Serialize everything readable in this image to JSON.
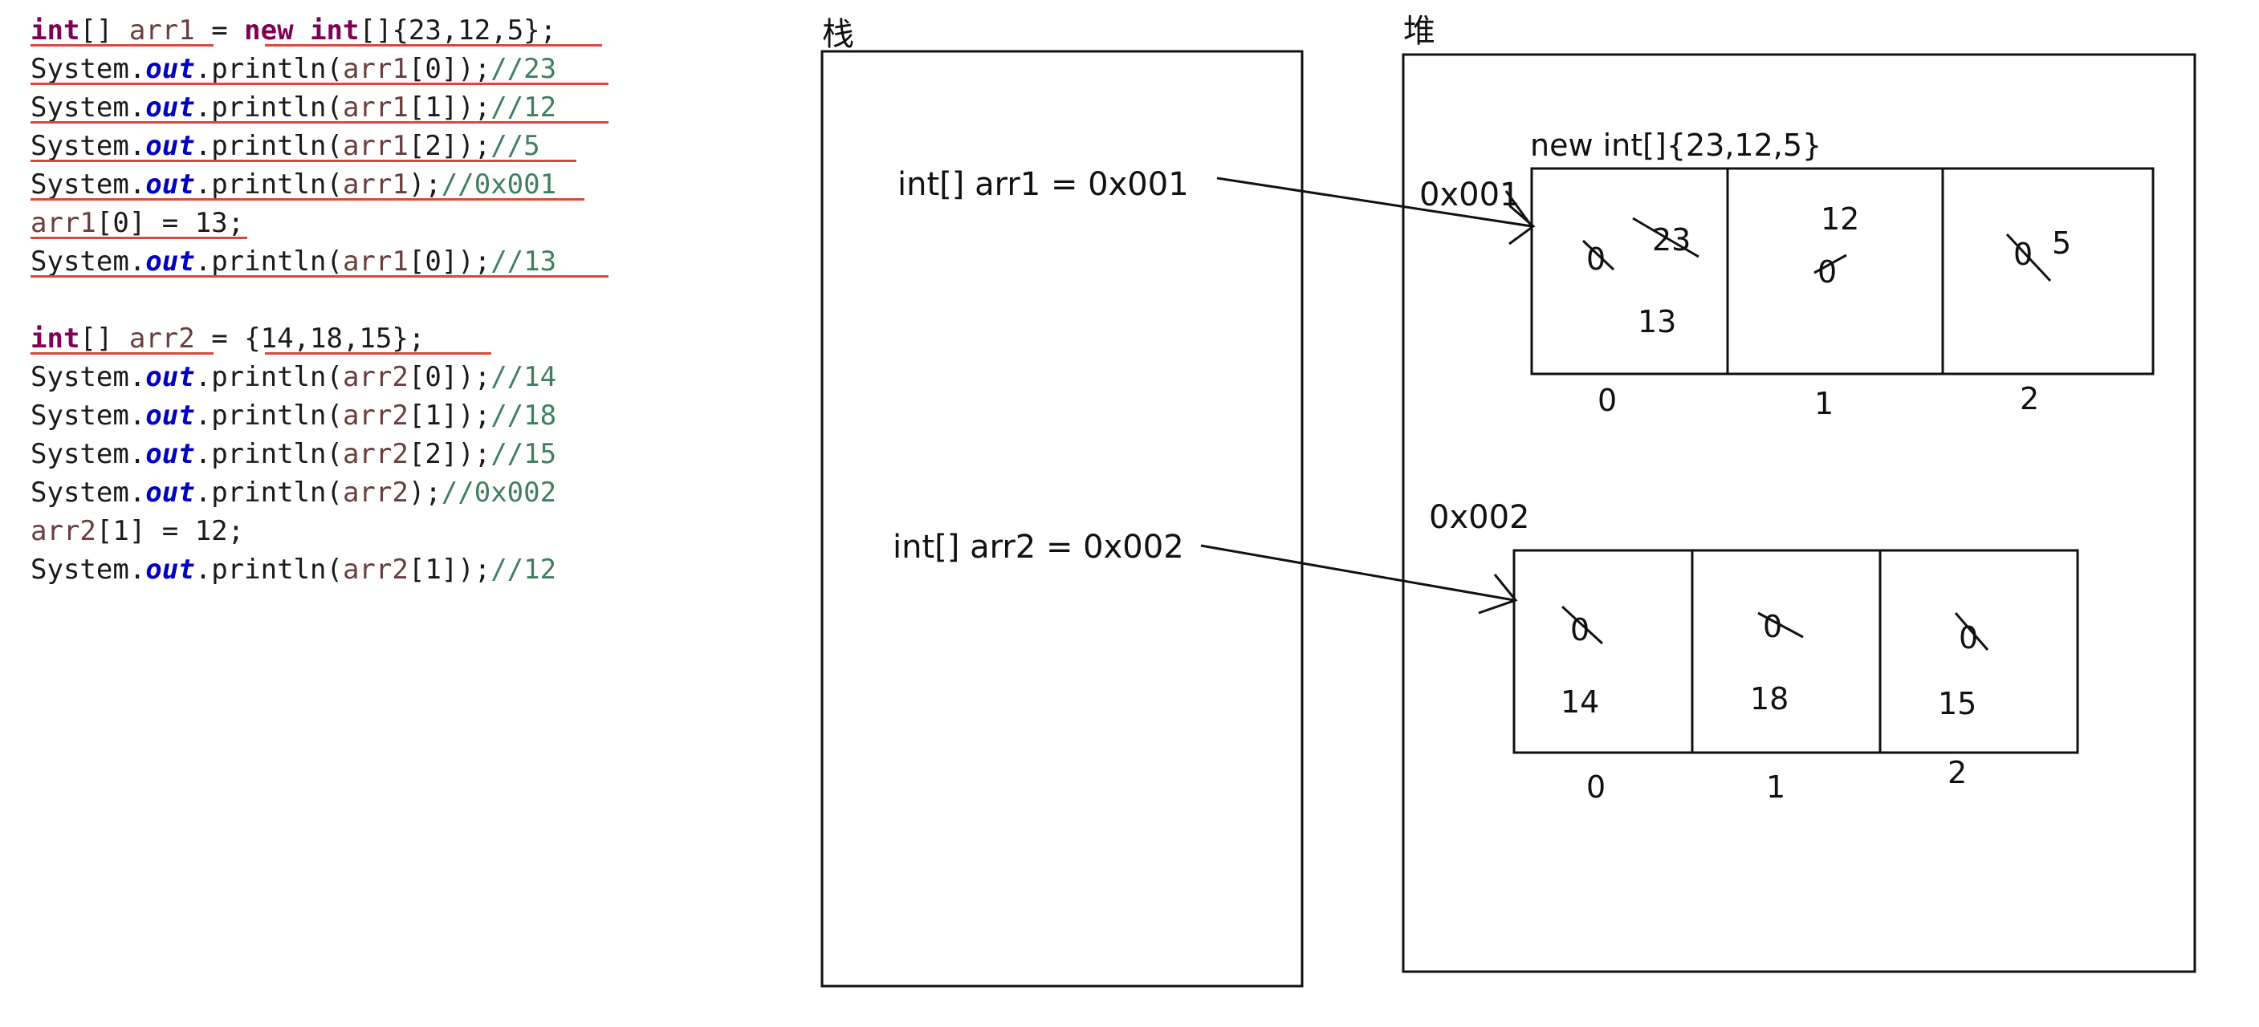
{
  "code": {
    "lines": [
      [
        {
          "t": "int",
          "c": "kw"
        },
        {
          "t": "[] "
        },
        {
          "t": "arr1",
          "c": "var"
        },
        {
          "t": " = "
        },
        {
          "t": "new",
          "c": "kw"
        },
        {
          "t": " "
        },
        {
          "t": "int",
          "c": "kw"
        },
        {
          "t": "[]{23,12,5};"
        }
      ],
      [
        {
          "t": "System."
        },
        {
          "t": "out",
          "c": "fld"
        },
        {
          "t": ".println("
        },
        {
          "t": "arr1",
          "c": "var"
        },
        {
          "t": "[0]);"
        },
        {
          "t": "//23",
          "c": "cm"
        }
      ],
      [
        {
          "t": "System."
        },
        {
          "t": "out",
          "c": "fld"
        },
        {
          "t": ".println("
        },
        {
          "t": "arr1",
          "c": "var"
        },
        {
          "t": "[1]);"
        },
        {
          "t": "//12",
          "c": "cm"
        }
      ],
      [
        {
          "t": "System."
        },
        {
          "t": "out",
          "c": "fld"
        },
        {
          "t": ".println("
        },
        {
          "t": "arr1",
          "c": "var"
        },
        {
          "t": "[2]);"
        },
        {
          "t": "//5",
          "c": "cm"
        }
      ],
      [
        {
          "t": "System."
        },
        {
          "t": "out",
          "c": "fld"
        },
        {
          "t": ".println("
        },
        {
          "t": "arr1",
          "c": "var"
        },
        {
          "t": ");"
        },
        {
          "t": "//0x001",
          "c": "cm"
        }
      ],
      [
        {
          "t": "arr1",
          "c": "var"
        },
        {
          "t": "[0] = 13;"
        }
      ],
      [
        {
          "t": "System."
        },
        {
          "t": "out",
          "c": "fld"
        },
        {
          "t": ".println("
        },
        {
          "t": "arr1",
          "c": "var"
        },
        {
          "t": "[0]);"
        },
        {
          "t": "//13",
          "c": "cm"
        }
      ],
      [],
      [
        {
          "t": "int",
          "c": "kw"
        },
        {
          "t": "[] "
        },
        {
          "t": "arr2",
          "c": "var"
        },
        {
          "t": " = {14,18,15};"
        }
      ],
      [
        {
          "t": "System."
        },
        {
          "t": "out",
          "c": "fld"
        },
        {
          "t": ".println("
        },
        {
          "t": "arr2",
          "c": "var"
        },
        {
          "t": "[0]);"
        },
        {
          "t": "//14",
          "c": "cm"
        }
      ],
      [
        {
          "t": "System."
        },
        {
          "t": "out",
          "c": "fld"
        },
        {
          "t": ".println("
        },
        {
          "t": "arr2",
          "c": "var"
        },
        {
          "t": "[1]);"
        },
        {
          "t": "//18",
          "c": "cm"
        }
      ],
      [
        {
          "t": "System."
        },
        {
          "t": "out",
          "c": "fld"
        },
        {
          "t": ".println("
        },
        {
          "t": "arr2",
          "c": "var"
        },
        {
          "t": "[2]);"
        },
        {
          "t": "//15",
          "c": "cm"
        }
      ],
      [
        {
          "t": "System."
        },
        {
          "t": "out",
          "c": "fld"
        },
        {
          "t": ".println("
        },
        {
          "t": "arr2",
          "c": "var"
        },
        {
          "t": ");"
        },
        {
          "t": "//0x002",
          "c": "cm"
        }
      ],
      [
        {
          "t": "arr2",
          "c": "var"
        },
        {
          "t": "[1] = 12;"
        }
      ],
      [
        {
          "t": "System."
        },
        {
          "t": "out",
          "c": "fld"
        },
        {
          "t": ".println("
        },
        {
          "t": "arr2",
          "c": "var"
        },
        {
          "t": "[1]);"
        },
        {
          "t": "//12",
          "c": "cm"
        }
      ]
    ]
  },
  "stack": {
    "title": "栈",
    "var1": "int[]  arr1  =   0x001",
    "var2": "int[]  arr2  = 0x002"
  },
  "heap": {
    "title": "堆",
    "array1": {
      "label": "new int[]{23,12,5}",
      "address": "0x001",
      "cells": [
        {
          "old": [
            "0",
            "23"
          ],
          "value": "13"
        },
        {
          "old": [
            "0"
          ],
          "value": "12"
        },
        {
          "old": [
            "0"
          ],
          "value": "5"
        }
      ],
      "indices": [
        "0",
        "1",
        "2"
      ]
    },
    "array2": {
      "address": "0x002",
      "cells": [
        {
          "old": [
            "0"
          ],
          "value": "14"
        },
        {
          "old": [
            "0"
          ],
          "value": "18"
        },
        {
          "old": [
            "0"
          ],
          "value": "15"
        }
      ],
      "indices": [
        "0",
        "1",
        "2"
      ]
    }
  }
}
